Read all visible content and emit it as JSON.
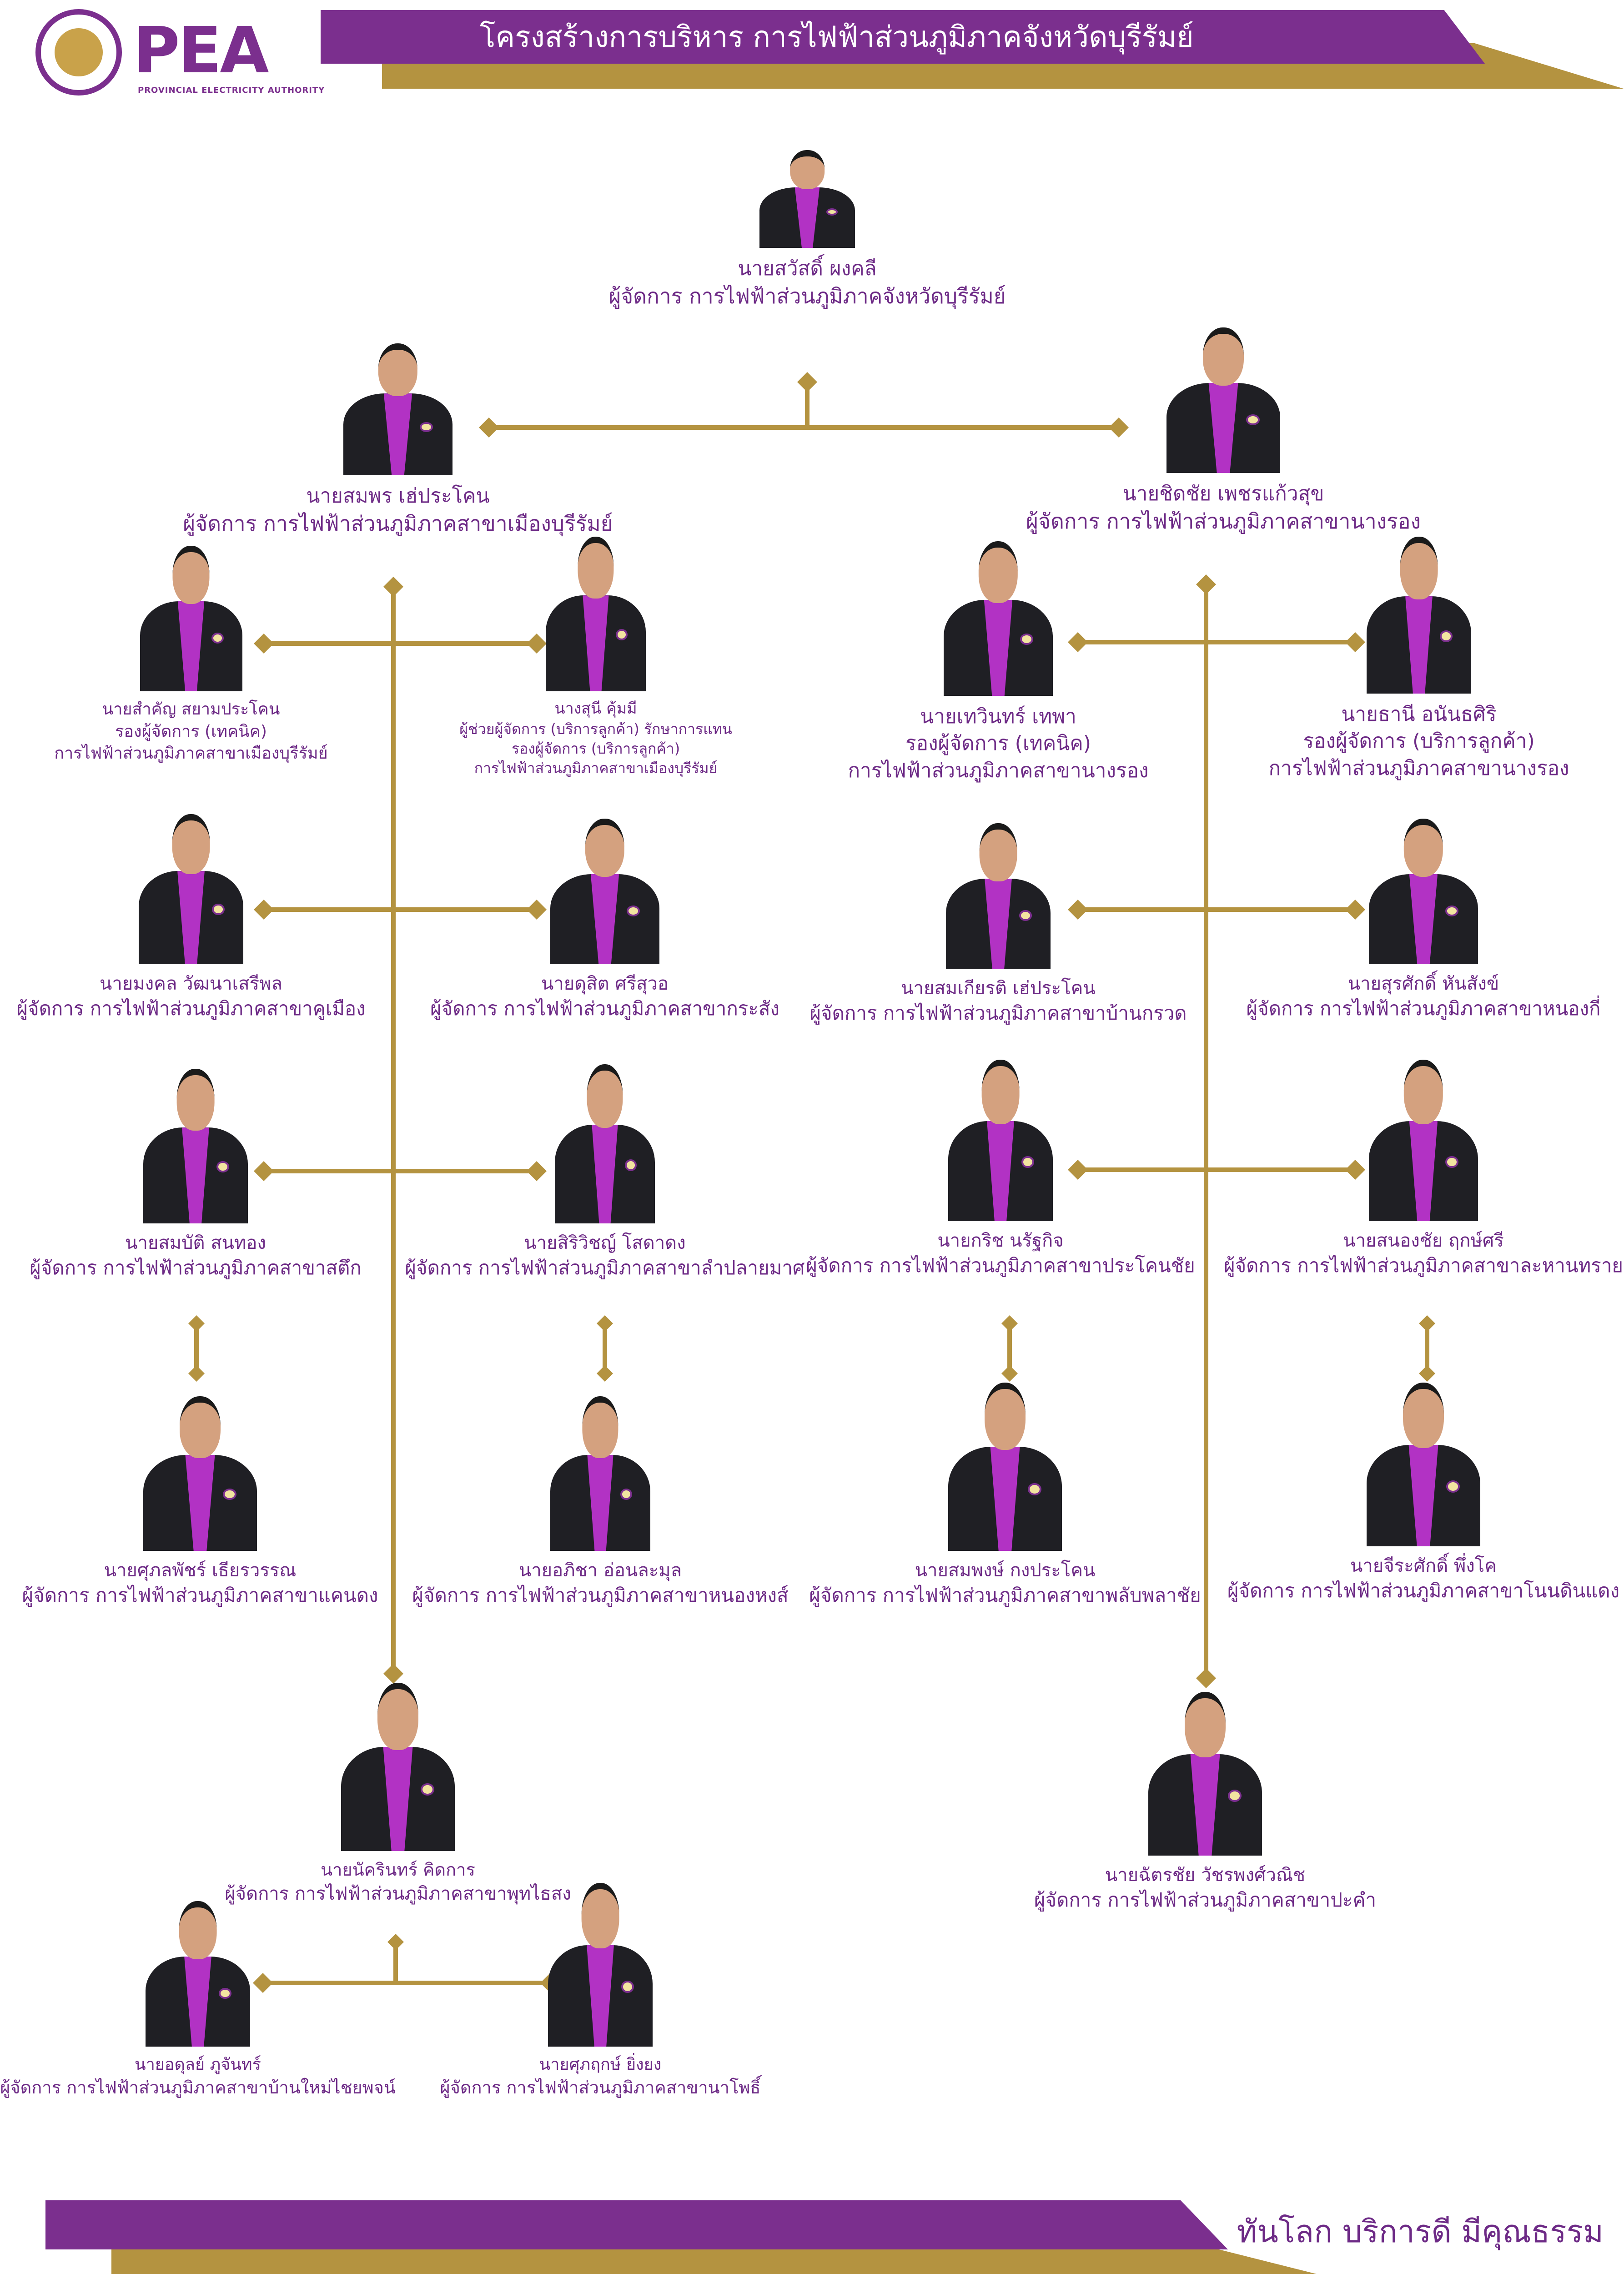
{
  "header": {
    "title": "โครงสร้างการบริหาร การไฟฟ้าส่วนภูมิภาคจังหวัดบุรีรัมย์",
    "logo_text": "PEA",
    "logo_subtitle": "PROVINCIAL ELECTRICITY AUTHORITY"
  },
  "colors": {
    "purple": "#7b2f8e",
    "gold": "#b49340",
    "text": "#6d2a86"
  },
  "people": [
    {
      "name": "นายสวัสดิ์  ผงคลี",
      "role": "ผู้จัดการ การไฟฟ้าส่วนภูมิภาคจังหวัดบุรีรัมย์"
    },
    {
      "name": "นายสมพร  เฮ่ประโคน",
      "role": "ผู้จัดการ การไฟฟ้าส่วนภูมิภาคสาขาเมืองบุรีรัมย์"
    },
    {
      "name": "นายชิดชัย  เพชรแก้วสุข",
      "role": "ผู้จัดการ การไฟฟ้าส่วนภูมิภาคสาขานางรอง"
    },
    {
      "name": "นายสำคัญ  สยามประโคน",
      "role": "รองผู้จัดการ (เทคนิค)",
      "dept": "การไฟฟ้าส่วนภูมิภาคสาขาเมืองบุรีรัมย์"
    },
    {
      "name": "นางสุนี  คุ้มมี",
      "role": "ผู้ช่วยผู้จัดการ (บริการลูกค้า) รักษาการแทน",
      "role2": "รองผู้จัดการ (บริการลูกค้า)",
      "dept": "การไฟฟ้าส่วนภูมิภาคสาขาเมืองบุรีรัมย์"
    },
    {
      "name": "นายเทวินทร์  เทพา",
      "role": "รองผู้จัดการ (เทคนิค)",
      "dept": "การไฟฟ้าส่วนภูมิภาคสาขานางรอง"
    },
    {
      "name": "นายธานี  อนันธศิริ",
      "role": "รองผู้จัดการ (บริการลูกค้า)",
      "dept": "การไฟฟ้าส่วนภูมิภาคสาขานางรอง"
    },
    {
      "name": "นายมงคล  วัฒนาเสรีพล",
      "role": "ผู้จัดการ การไฟฟ้าส่วนภูมิภาคสาขาคูเมือง"
    },
    {
      "name": "นายดุสิต  ศรีสุวอ",
      "role": "ผู้จัดการ การไฟฟ้าส่วนภูมิภาคสาขากระสัง"
    },
    {
      "name": "นายสมเกียรติ  เฮ่ประโคน",
      "role": "ผู้จัดการ การไฟฟ้าส่วนภูมิภาคสาขาบ้านกรวด"
    },
    {
      "name": "นายสุรศักดิ์  หันสังข์",
      "role": "ผู้จัดการ การไฟฟ้าส่วนภูมิภาคสาขาหนองกี่"
    },
    {
      "name": "นายสมบัติ  สนทอง",
      "role": "ผู้จัดการ การไฟฟ้าส่วนภูมิภาคสาขาสตึก"
    },
    {
      "name": "นายสิริวิชญ์  โสดาดง",
      "role": "ผู้จัดการ การไฟฟ้าส่วนภูมิภาคสาขาลำปลายมาศ"
    },
    {
      "name": "นายกริช  นรัฐกิจ",
      "role": "ผู้จัดการ การไฟฟ้าส่วนภูมิภาคสาขาประโคนชัย"
    },
    {
      "name": "นายสนองชัย  ฤกษ์ศรี",
      "role": "ผู้จัดการ การไฟฟ้าส่วนภูมิภาคสาขาละหานทราย"
    },
    {
      "name": "นายศุภลพัชร์  เธียรวรรณ",
      "role": "ผู้จัดการ การไฟฟ้าส่วนภูมิภาคสาขาแคนดง"
    },
    {
      "name": "นายอภิชา  อ่อนละมุล",
      "role": "ผู้จัดการ การไฟฟ้าส่วนภูมิภาคสาขาหนองหงส์"
    },
    {
      "name": "นายสมพงษ์  กงประโคน",
      "role": "ผู้จัดการ การไฟฟ้าส่วนภูมิภาคสาขาพลับพลาชัย"
    },
    {
      "name": "นายจีระศักดิ์  พึ่งโค",
      "role": "ผู้จัดการ การไฟฟ้าส่วนภูมิภาคสาขาโนนดินแดง"
    },
    {
      "name": "นายนัครินทร์  คิดการ",
      "role": "ผู้จัดการ การไฟฟ้าส่วนภูมิภาคสาขาพุทไธสง"
    },
    {
      "name": "นายฉัตรชัย  วัชรพงศ์วณิช",
      "role": "ผู้จัดการ การไฟฟ้าส่วนภูมิภาคสาขาปะคำ"
    },
    {
      "name": "นายอดุลย์  ภูจันทร์",
      "role": "ผู้จัดการ การไฟฟ้าส่วนภูมิภาคสาขาบ้านใหม่ไชยพจน์"
    },
    {
      "name": "นายศุภฤกษ์  ยิ่งยง",
      "role": "ผู้จัดการ การไฟฟ้าส่วนภูมิภาคสาขานาโพธิ์"
    }
  ],
  "footer": {
    "slogan": "ทันโลก บริการดี มีคุณธรรม"
  }
}
